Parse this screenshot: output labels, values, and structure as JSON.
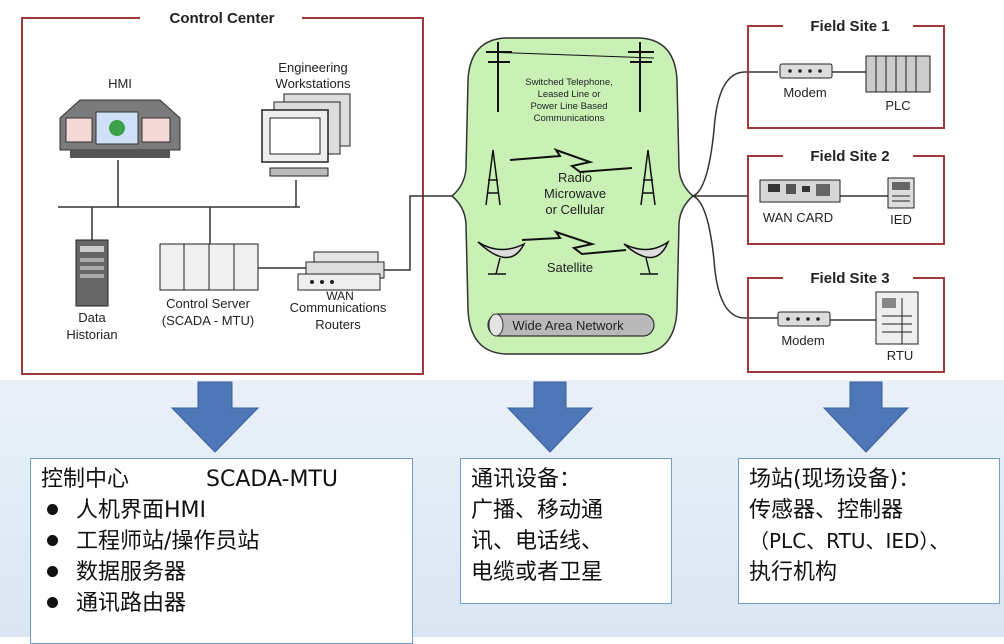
{
  "control_center": {
    "title": "Control Center",
    "hmi": "HMI",
    "eng_ws_1": "Engineering",
    "eng_ws_2": "Workstations",
    "historian_1": "Data",
    "historian_2": "Historian",
    "server_1": "Control Server",
    "server_2": "(SCADA - MTU)",
    "routers_1": "WAN",
    "routers_2": "Communications",
    "routers_3": "Routers"
  },
  "wan": {
    "tel_1": "Switched Telephone,",
    "tel_2": "Leased Line or",
    "tel_3": "Power Line Based",
    "tel_4": "Communications",
    "radio_1": "Radio",
    "radio_2": "Microwave",
    "radio_3": "or Cellular",
    "satellite": "Satellite",
    "network": "Wide Area Network"
  },
  "field_sites": [
    {
      "title": "Field Site 1",
      "left": "Modem",
      "right": "PLC"
    },
    {
      "title": "Field Site 2",
      "left": "WAN CARD",
      "right": "IED"
    },
    {
      "title": "Field Site 3",
      "left": "Modem",
      "right": "RTU"
    }
  ],
  "boxes": {
    "control": {
      "title": "控制中心",
      "subtitle": "SCADA-MTU",
      "items": [
        "人机界面HMI",
        "工程师站/操作员站",
        "数据服务器",
        "通讯路由器"
      ]
    },
    "comm": {
      "lines": [
        "通讯设备：",
        "广播、移动通",
        "讯、电话线、",
        "电缆或者卫星"
      ]
    },
    "field": {
      "lines": [
        "场站(现场设备)：",
        "传感器、控制器",
        "（PLC、RTU、IED）、",
        "执行机构"
      ]
    }
  },
  "colors": {
    "frame": "#a03a3a",
    "wan_fill": "#c9f0b5",
    "arrow": "#4f77b8",
    "box_border": "#6f9dd1"
  }
}
